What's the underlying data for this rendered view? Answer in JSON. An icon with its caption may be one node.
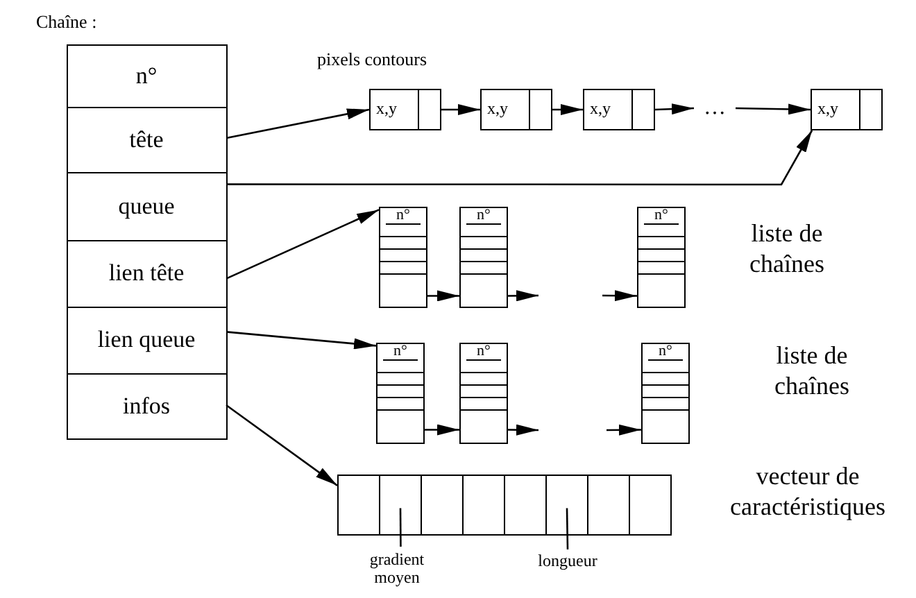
{
  "diagram": {
    "nodes": [
      {
        "text": [
          "Chaîne :"
        ]
      },
      {
        "text": [
          "n°"
        ],
        "in": 0
      },
      {
        "text": [
          "tête"
        ],
        "in": 0
      },
      {
        "text": [
          "queue"
        ],
        "in": 0
      },
      {
        "text": [
          "lien tête"
        ],
        "in": 0
      },
      {
        "text": [
          "lien queue"
        ],
        "in": 0
      },
      {
        "text": [
          "infos"
        ],
        "in": 0
      },
      {
        "text": [
          "x,y"
        ]
      },
      {
        "text": [
          "x,y"
        ]
      },
      {
        "text": [
          "x,y"
        ]
      },
      {
        "text": [
          "…"
        ]
      },
      {
        "text": [
          "x,y"
        ]
      },
      {
        "text": [
          "n°"
        ]
      },
      {
        "text": [
          "n°"
        ]
      },
      {
        "text": [
          "n°"
        ]
      },
      {
        "text": [
          "n°"
        ]
      },
      {
        "text": [
          "n°"
        ]
      },
      {
        "text": [
          "n°"
        ]
      },
      {
        "text": [],
        "shape": "box"
      },
      {
        "text": [],
        "shape": "box",
        "in": 18
      },
      {
        "text": [],
        "shape": "box",
        "in": 18
      },
      {
        "text": [],
        "shape": "box",
        "in": 18
      },
      {
        "text": [],
        "shape": "box",
        "in": 18
      },
      {
        "text": [],
        "shape": "box",
        "in": 18
      },
      {
        "text": [],
        "shape": "box",
        "in": 18
      },
      {
        "text": [],
        "shape": "box",
        "in": 18
      },
      {
        "text": [],
        "shape": "box",
        "in": 18
      },
      {
        "text": [
          "gradient moyen"
        ]
      },
      {
        "text": [
          "longueur"
        ]
      }
    ],
    "edges": [
      {
        "from": 2,
        "to": 7,
        "arrow": "to"
      },
      {
        "from": 7,
        "to": 8,
        "arrow": "to"
      },
      {
        "from": 8,
        "to": 9,
        "arrow": "to"
      },
      {
        "from": 9,
        "to": 10,
        "arrow": "to"
      },
      {
        "from": 10,
        "to": 11,
        "arrow": "to"
      },
      {
        "from": 3,
        "to": 11,
        "arrow": "to"
      },
      {
        "from": 4,
        "to": 12,
        "arrow": "to"
      },
      {
        "from": 12,
        "to": 13,
        "arrow": "to"
      },
      {
        "from": 13,
        "to": null,
        "arrow": "to"
      },
      {
        "from": null,
        "to": 14,
        "arrow": "to"
      },
      {
        "from": 5,
        "to": 15,
        "arrow": "to"
      },
      {
        "from": 15,
        "to": 16,
        "arrow": "to"
      },
      {
        "from": 16,
        "to": null,
        "arrow": "to"
      },
      {
        "from": null,
        "to": 17,
        "arrow": "to"
      },
      {
        "from": 6,
        "to": 18,
        "arrow": "to"
      },
      {
        "from": 27,
        "to": 20,
        "arrow": "none"
      },
      {
        "from": 28,
        "to": 24,
        "arrow": "none"
      }
    ],
    "labels": [
      "pixels contours",
      "liste de chaînes",
      "liste de chaînes",
      "vecteur de caractéristiques"
    ]
  }
}
